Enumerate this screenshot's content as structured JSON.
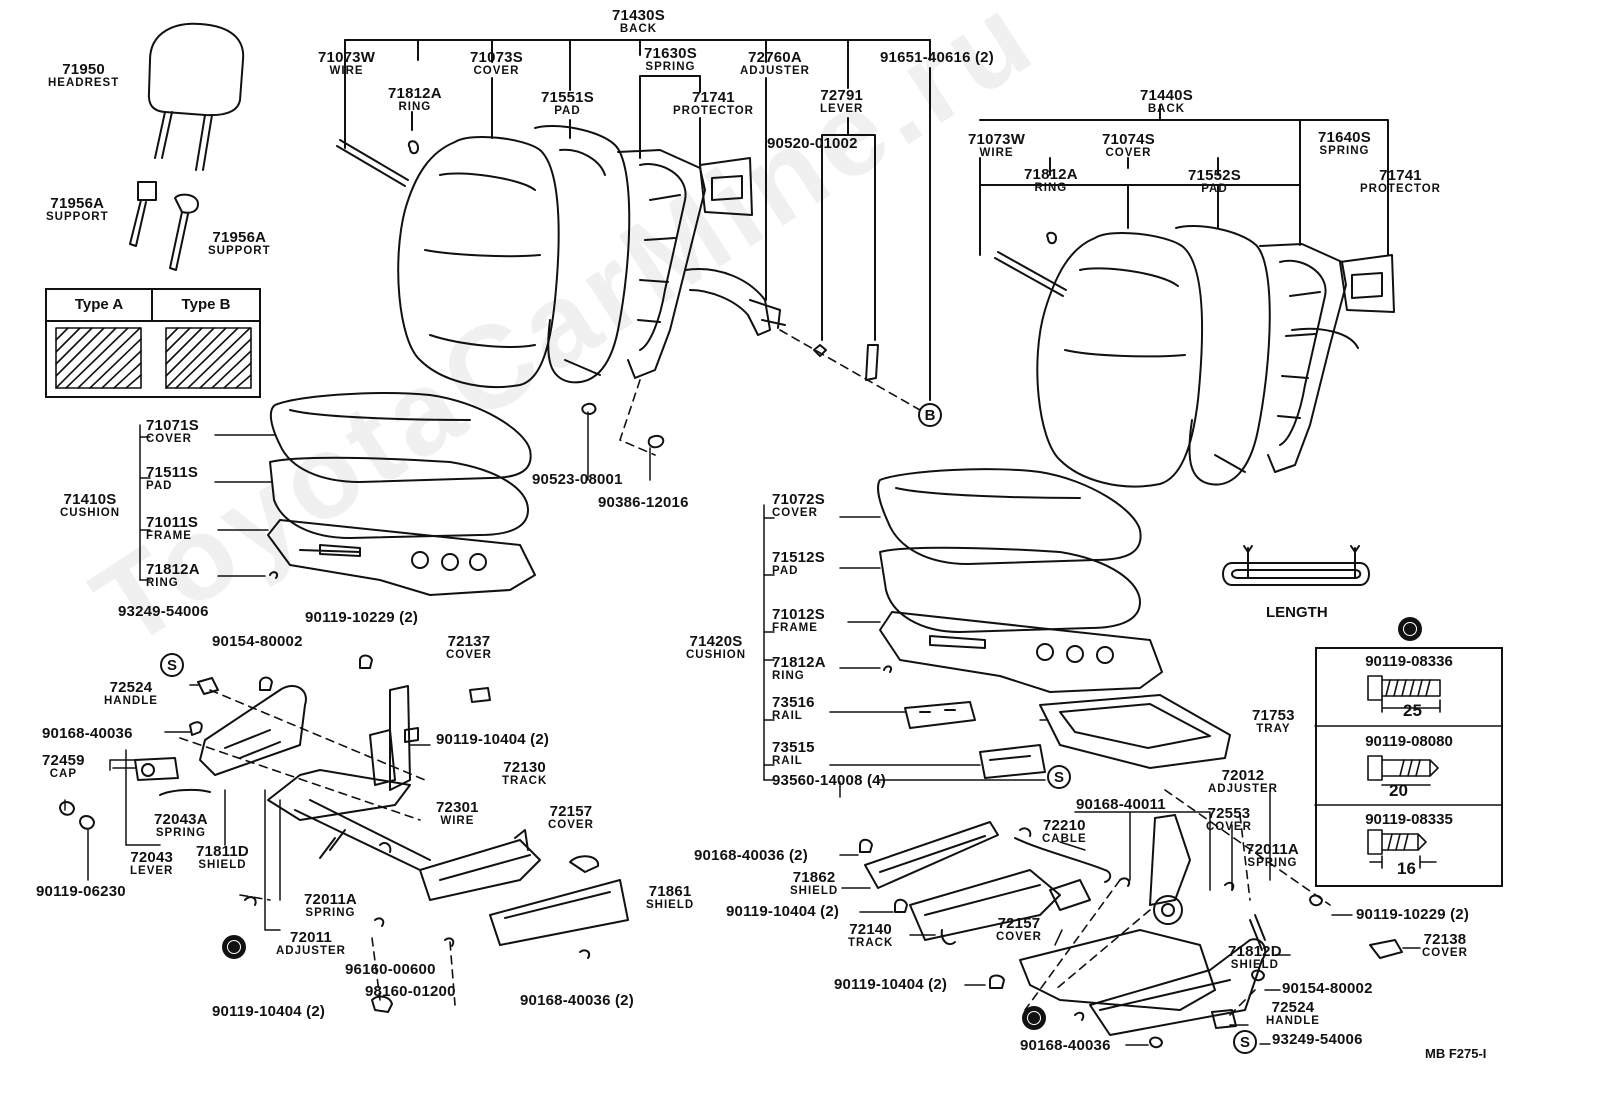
{
  "diagram": {
    "watermark": "ToyotaCarMine.ru",
    "code": "MB F275-I",
    "length_label": "LENGTH",
    "type_table": {
      "a": "Type A",
      "b": "Type B"
    },
    "bolt_table": [
      {
        "part": "90119-08336",
        "dim": "25"
      },
      {
        "part": "90119-08080",
        "dim": "20"
      },
      {
        "part": "90119-08335",
        "dim": "16"
      }
    ],
    "markers": {
      "s": "S",
      "b": "B"
    },
    "labels": [
      {
        "id": "l1",
        "num": "71430S",
        "desc": "BACK"
      },
      {
        "id": "l2",
        "num": "71950",
        "desc": "HEADREST"
      },
      {
        "id": "l3",
        "num": "71073W",
        "desc": "WIRE"
      },
      {
        "id": "l4",
        "num": "71073S",
        "desc": "COVER"
      },
      {
        "id": "l5",
        "num": "71630S",
        "desc": "SPRING"
      },
      {
        "id": "l6",
        "num": "72760A",
        "desc": "ADJUSTER"
      },
      {
        "id": "l7",
        "num": "91651-40616 (2)",
        "desc": ""
      },
      {
        "id": "l8",
        "num": "71812A",
        "desc": "RING"
      },
      {
        "id": "l9",
        "num": "71551S",
        "desc": "PAD"
      },
      {
        "id": "l10",
        "num": "71741",
        "desc": "PROTECTOR"
      },
      {
        "id": "l11",
        "num": "72791",
        "desc": "LEVER"
      },
      {
        "id": "l12",
        "num": "90520-01002",
        "desc": ""
      },
      {
        "id": "l13",
        "num": "71956A",
        "desc": "SUPPORT"
      },
      {
        "id": "l14",
        "num": "71956A",
        "desc": "SUPPORT"
      },
      {
        "id": "l15",
        "num": "71440S",
        "desc": "BACK"
      },
      {
        "id": "l16",
        "num": "71073W",
        "desc": "WIRE"
      },
      {
        "id": "l17",
        "num": "71074S",
        "desc": "COVER"
      },
      {
        "id": "l18",
        "num": "71640S",
        "desc": "SPRING"
      },
      {
        "id": "l19",
        "num": "71812A",
        "desc": "RING"
      },
      {
        "id": "l20",
        "num": "71552S",
        "desc": "PAD"
      },
      {
        "id": "l21",
        "num": "71741",
        "desc": "PROTECTOR"
      },
      {
        "id": "l22",
        "num": "71071S",
        "desc": "COVER"
      },
      {
        "id": "l23",
        "num": "71511S",
        "desc": "PAD"
      },
      {
        "id": "l24",
        "num": "71410S",
        "desc": "CUSHION"
      },
      {
        "id": "l25",
        "num": "71011S",
        "desc": "FRAME"
      },
      {
        "id": "l26",
        "num": "71812A",
        "desc": "RING"
      },
      {
        "id": "l27",
        "num": "90523-08001",
        "desc": ""
      },
      {
        "id": "l28",
        "num": "90386-12016",
        "desc": ""
      },
      {
        "id": "l29",
        "num": "71072S",
        "desc": "COVER"
      },
      {
        "id": "l30",
        "num": "71512S",
        "desc": "PAD"
      },
      {
        "id": "l31",
        "num": "71012S",
        "desc": "FRAME"
      },
      {
        "id": "l32",
        "num": "71420S",
        "desc": "CUSHION"
      },
      {
        "id": "l33",
        "num": "71812A",
        "desc": "RING"
      },
      {
        "id": "l34",
        "num": "73516",
        "desc": "RAIL"
      },
      {
        "id": "l35",
        "num": "73515",
        "desc": "RAIL"
      },
      {
        "id": "l36",
        "num": "93560-14008 (4)",
        "desc": ""
      },
      {
        "id": "l37",
        "num": "71753",
        "desc": "TRAY"
      },
      {
        "id": "l38",
        "num": "93249-54006",
        "desc": ""
      },
      {
        "id": "l39",
        "num": "90154-80002",
        "desc": ""
      },
      {
        "id": "l40",
        "num": "90119-10229 (2)",
        "desc": ""
      },
      {
        "id": "l41",
        "num": "72137",
        "desc": "COVER"
      },
      {
        "id": "l42",
        "num": "72524",
        "desc": "HANDLE"
      },
      {
        "id": "l43",
        "num": "90168-40036",
        "desc": ""
      },
      {
        "id": "l44",
        "num": "90119-10404 (2)",
        "desc": ""
      },
      {
        "id": "l45",
        "num": "72459",
        "desc": "CAP"
      },
      {
        "id": "l46",
        "num": "72130",
        "desc": "TRACK"
      },
      {
        "id": "l47",
        "num": "72301",
        "desc": "WIRE"
      },
      {
        "id": "l48",
        "num": "72157",
        "desc": "COVER"
      },
      {
        "id": "l49",
        "num": "72043A",
        "desc": "SPRING"
      },
      {
        "id": "l50",
        "num": "72043",
        "desc": "LEVER"
      },
      {
        "id": "l51",
        "num": "71811D",
        "desc": "SHIELD"
      },
      {
        "id": "l52",
        "num": "90119-06230",
        "desc": ""
      },
      {
        "id": "l53",
        "num": "72011A",
        "desc": "SPRING"
      },
      {
        "id": "l54",
        "num": "71861",
        "desc": "SHIELD"
      },
      {
        "id": "l55",
        "num": "72011",
        "desc": "ADJUSTER"
      },
      {
        "id": "l56",
        "num": "96160-00600",
        "desc": ""
      },
      {
        "id": "l57",
        "num": "98160-01200",
        "desc": ""
      },
      {
        "id": "l58",
        "num": "90119-10404 (2)",
        "desc": ""
      },
      {
        "id": "l59",
        "num": "90168-40036 (2)",
        "desc": ""
      },
      {
        "id": "l60",
        "num": "72012",
        "desc": "ADJUSTER"
      },
      {
        "id": "l61",
        "num": "90168-40011",
        "desc": ""
      },
      {
        "id": "l62",
        "num": "72210",
        "desc": "CABLE"
      },
      {
        "id": "l63",
        "num": "72553",
        "desc": "COVER"
      },
      {
        "id": "l64",
        "num": "90168-40036 (2)",
        "desc": ""
      },
      {
        "id": "l65",
        "num": "72011A",
        "desc": "SPRING"
      },
      {
        "id": "l66",
        "num": "71862",
        "desc": "SHIELD"
      },
      {
        "id": "l67",
        "num": "90119-10404 (2)",
        "desc": ""
      },
      {
        "id": "l68",
        "num": "90119-10229 (2)",
        "desc": ""
      },
      {
        "id": "l69",
        "num": "72140",
        "desc": "TRACK"
      },
      {
        "id": "l70",
        "num": "72157",
        "desc": "COVER"
      },
      {
        "id": "l71",
        "num": "72138",
        "desc": "COVER"
      },
      {
        "id": "l72",
        "num": "71812D",
        "desc": "SHIELD"
      },
      {
        "id": "l73",
        "num": "90119-10404 (2)",
        "desc": ""
      },
      {
        "id": "l74",
        "num": "90154-80002",
        "desc": ""
      },
      {
        "id": "l75",
        "num": "72524",
        "desc": "HANDLE"
      },
      {
        "id": "l76",
        "num": "90168-40036",
        "desc": ""
      },
      {
        "id": "l77",
        "num": "93249-54006",
        "desc": ""
      }
    ]
  }
}
